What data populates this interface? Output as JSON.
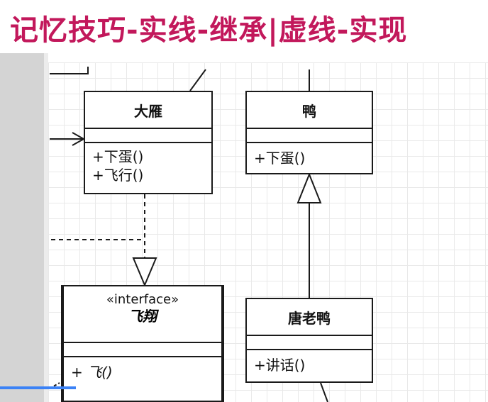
{
  "title": "记忆技巧-实线-继承|虚线-实现",
  "classes": {
    "wild_goose": {
      "name": "大雁",
      "ops": [
        "+下蛋()",
        "+飞行()"
      ]
    },
    "duck": {
      "name": "鸭",
      "ops": [
        "+下蛋()"
      ]
    },
    "donald": {
      "name": "唐老鸭",
      "ops": [
        "+讲话()"
      ]
    },
    "fly_iface": {
      "stereotype": "«interface»",
      "name": "飞翔",
      "ops": [
        "+ 飞()"
      ]
    }
  },
  "colors": {
    "title": "#c2185b",
    "line": "#1a1a1a",
    "progress": "#3b82f6"
  },
  "video_progress": 0.16
}
